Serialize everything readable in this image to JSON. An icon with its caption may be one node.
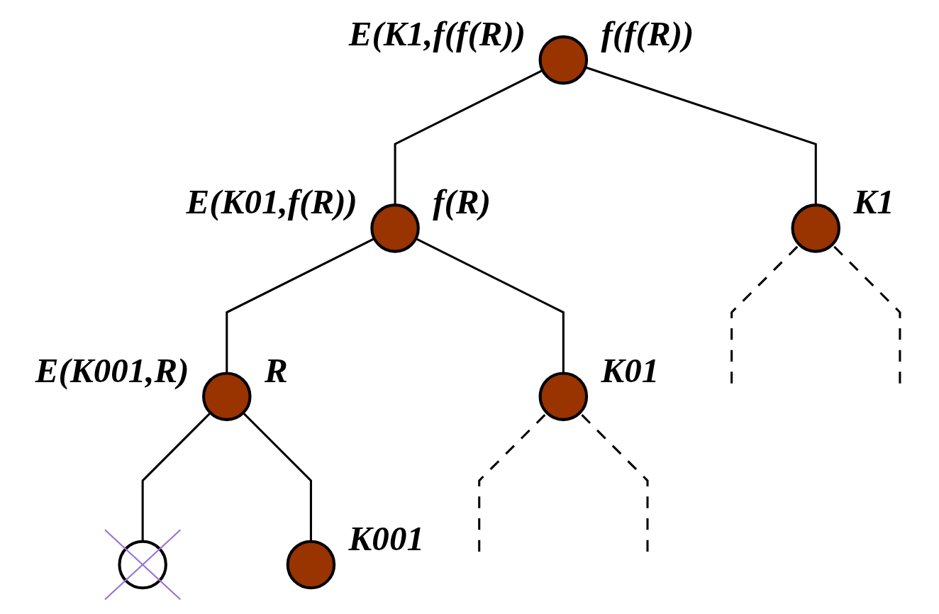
{
  "diagram": {
    "nodes": [
      {
        "text": [],
        "shape": "circle",
        "beside": [
          "E(K1,f(f(R))",
          "f(f(R))"
        ]
      },
      {
        "text": [],
        "shape": "circle",
        "beside": [
          "E(K01,f(R))",
          "f(R)"
        ]
      },
      {
        "text": [],
        "shape": "circle",
        "beside": [
          "K1"
        ]
      },
      {
        "text": [],
        "shape": "circle",
        "beside": [
          "E(K001,R)",
          "R"
        ]
      },
      {
        "text": [],
        "shape": "circle",
        "beside": [
          "K01"
        ]
      },
      {
        "text": [],
        "shape": "circle"
      },
      {
        "text": [],
        "shape": "circle",
        "beside": [
          "K001"
        ]
      }
    ],
    "edges": [
      {
        "from": 0,
        "to": 1,
        "arrow": "none"
      },
      {
        "from": 0,
        "to": 2,
        "arrow": "none"
      },
      {
        "from": 1,
        "to": 3,
        "arrow": "none"
      },
      {
        "from": 1,
        "to": 4,
        "arrow": "none"
      },
      {
        "from": 2,
        "to": null,
        "arrow": "none",
        "style": "dashed"
      },
      {
        "from": 2,
        "to": null,
        "arrow": "none",
        "style": "dashed"
      },
      {
        "from": 3,
        "to": 5,
        "arrow": "none"
      },
      {
        "from": 3,
        "to": 6,
        "arrow": "none"
      },
      {
        "from": 4,
        "to": null,
        "arrow": "none",
        "style": "dashed"
      },
      {
        "from": 4,
        "to": null,
        "arrow": "none",
        "style": "dashed"
      }
    ]
  }
}
